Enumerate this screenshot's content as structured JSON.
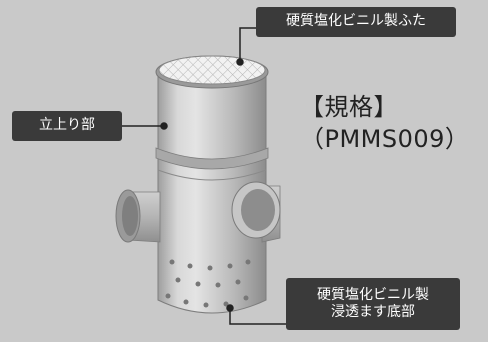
{
  "labels": {
    "lid": "硬質塩化ビニル製ふた",
    "riser": "立上り部",
    "base_line1": "硬質塩化ビニル製",
    "base_line2": "浸透ます底部"
  },
  "spec": {
    "heading": "【規格】",
    "model": "（PMMS009）"
  },
  "colors": {
    "background": "#c9c9c9",
    "label_bg": "#3a3a3a",
    "pipe": "#b8b8b8"
  }
}
